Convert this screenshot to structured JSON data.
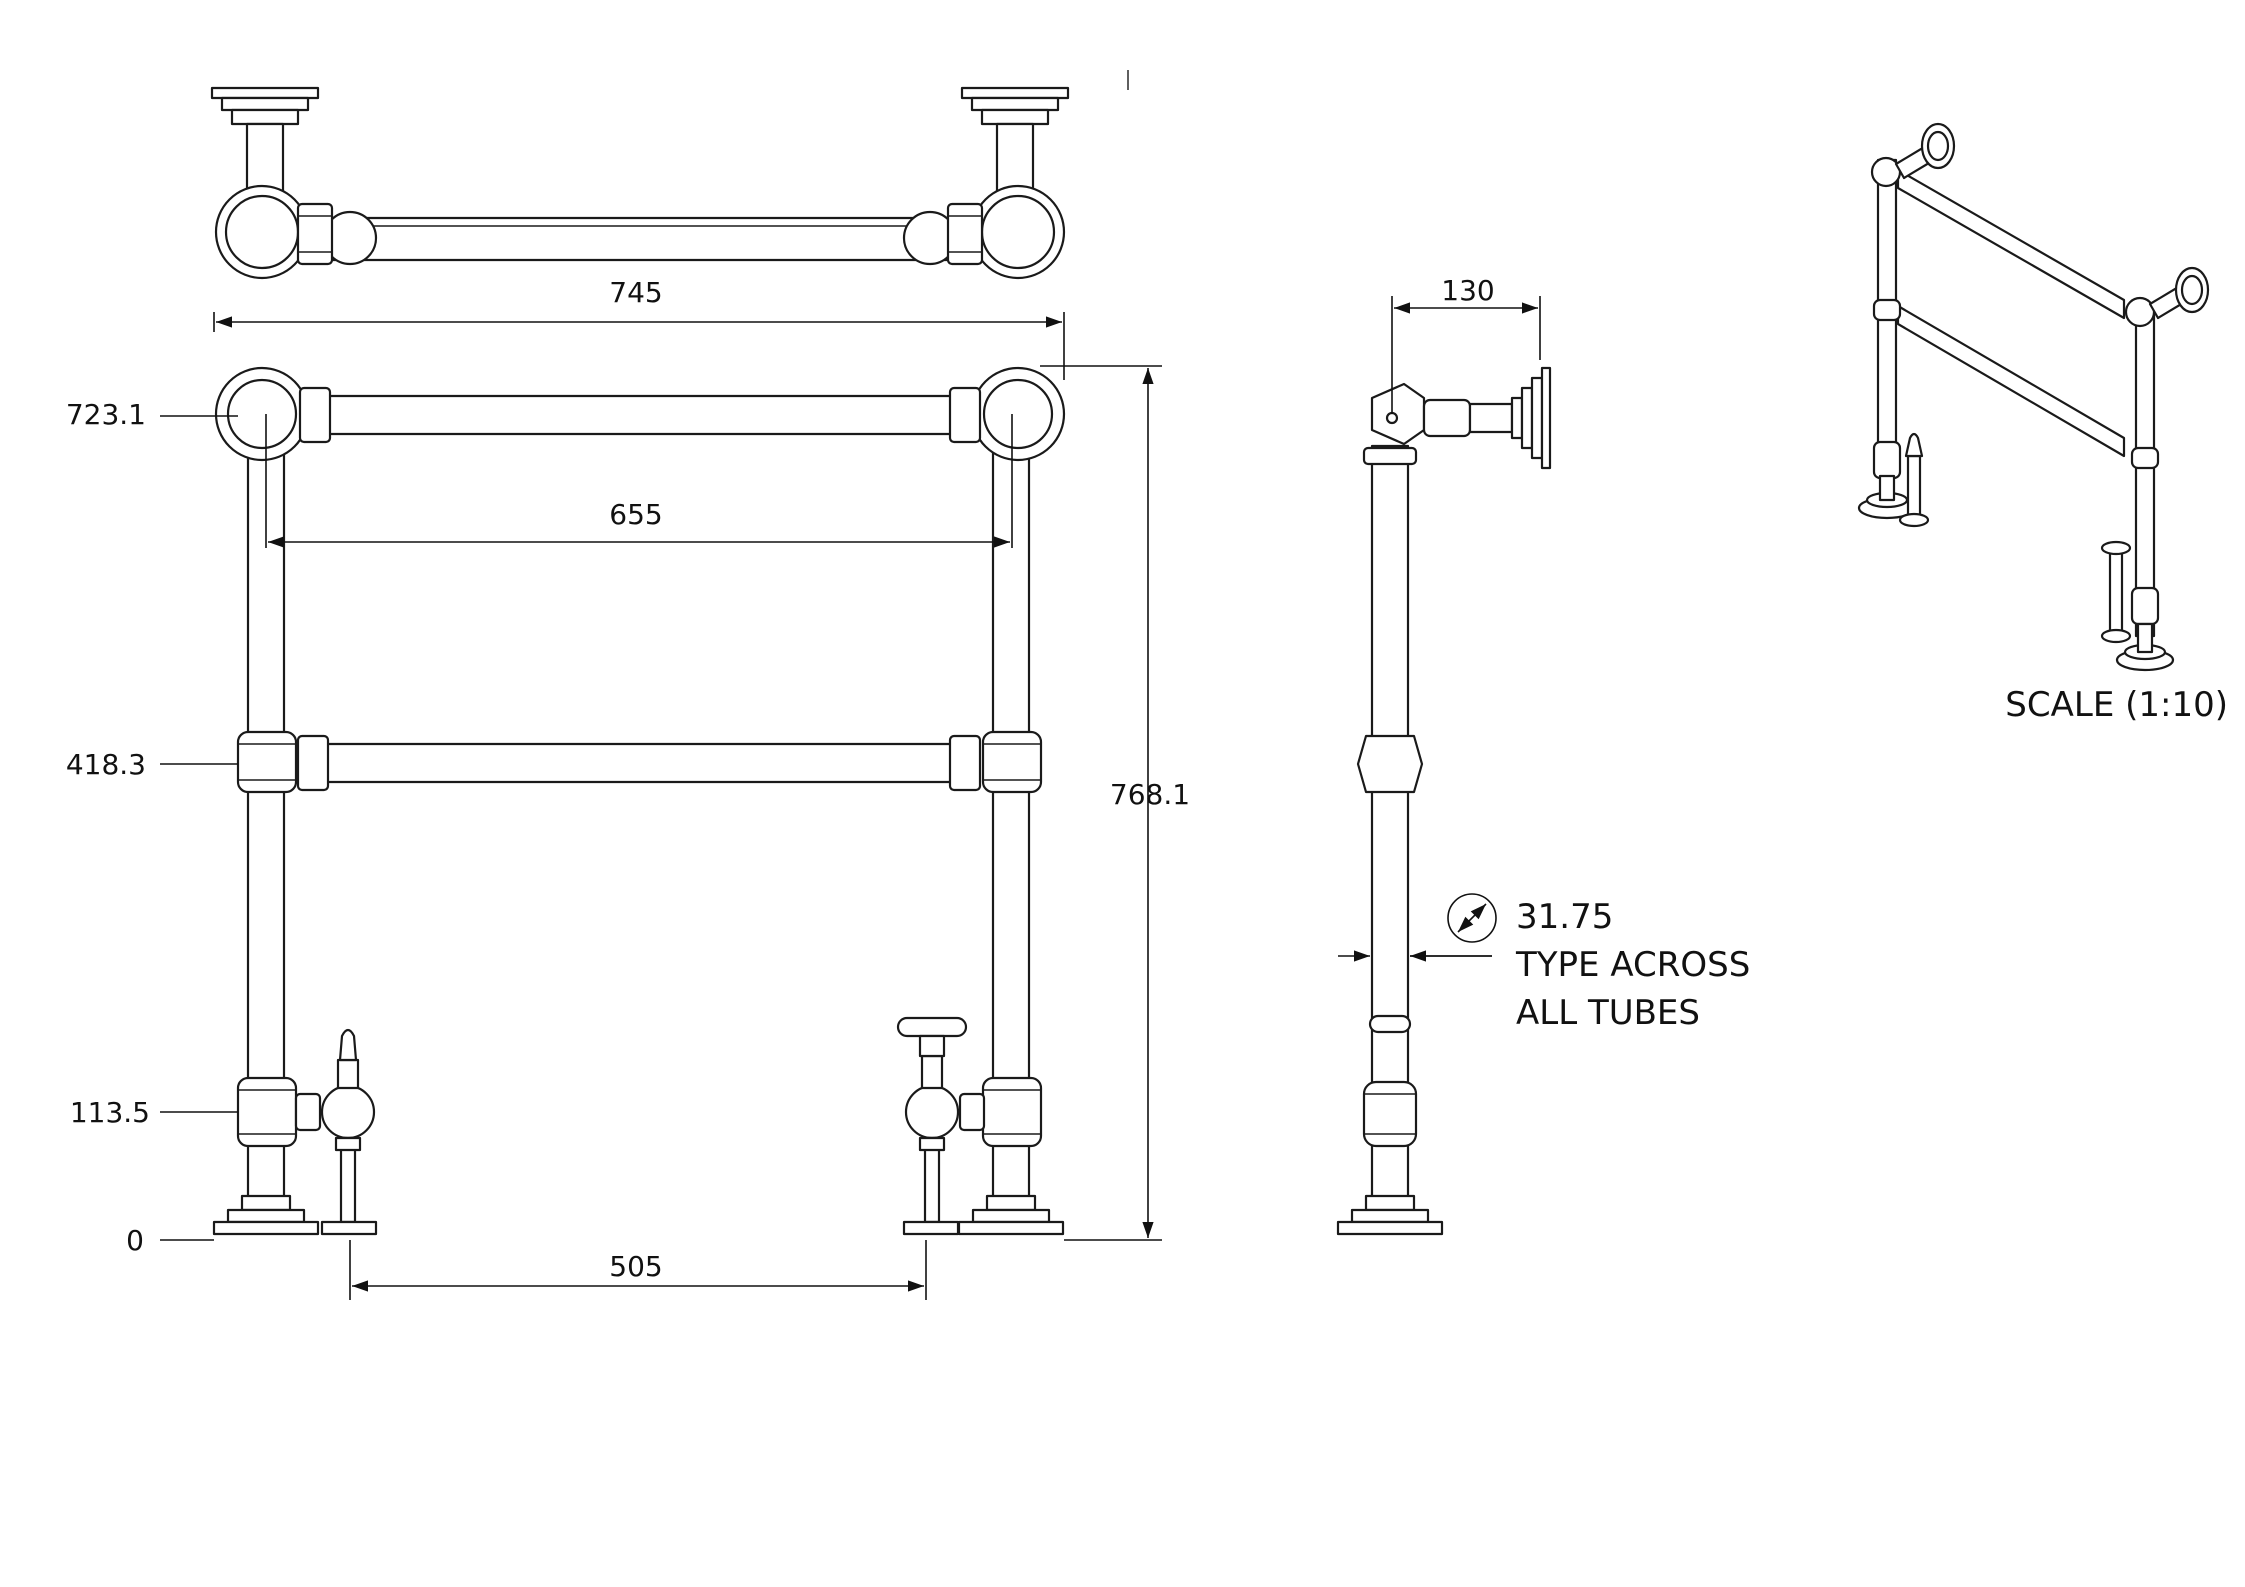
{
  "dimensions": {
    "overall_width": "745",
    "center_width": "655",
    "depth": "130",
    "overall_height": "768.1",
    "rail_top": "723.1",
    "rail_middle": "418.3",
    "rail_bottom": "113.5",
    "floor": "0",
    "valve_centers": "505"
  },
  "tube_note": {
    "diameter": "31.75",
    "line1": "TYPE ACROSS",
    "line2": "ALL TUBES"
  },
  "scale_label": "SCALE (1:10)"
}
